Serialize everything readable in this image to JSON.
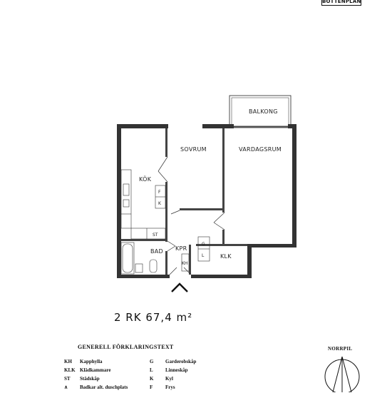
{
  "header": {
    "level_tag": "BOTTENPLAN"
  },
  "rooms": {
    "balcony": "BALKONG",
    "bedroom": "SOVRUM",
    "living": "VARDAGSRUM",
    "kitchen": "KÖK",
    "bath": "BAD",
    "hall": "KPR",
    "walkin": "KLK"
  },
  "fixtures": {
    "kitchen_f": "F",
    "kitchen_k": "K",
    "cleaning": "ST",
    "hall_kh": "KH",
    "klk_g": "G",
    "klk_l": "L"
  },
  "summary": {
    "area_text": "2 RK 67,4 m²"
  },
  "legend": {
    "title": "GENERELL FÖRKLARINGSTEXT",
    "left": [
      {
        "code": "KH",
        "text": "Kapphylla"
      },
      {
        "code": "KLK",
        "text": "Klädkammare"
      },
      {
        "code": "ST",
        "text": "Städskåp"
      },
      {
        "code": "",
        "text": "Badkar alt. duschplats"
      }
    ],
    "right": [
      {
        "code": "G",
        "text": "Garderobskåp"
      },
      {
        "code": "L",
        "text": "Linneskåp"
      },
      {
        "code": "K",
        "text": "Kyl"
      },
      {
        "code": "F",
        "text": "Frys"
      }
    ]
  },
  "compass": {
    "label": "NORRPIL"
  }
}
